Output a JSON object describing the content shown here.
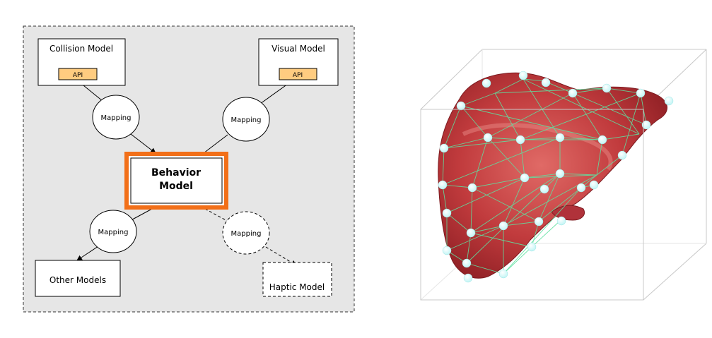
{
  "architecture": {
    "collision_model": {
      "label": "Collision Model",
      "api": "API"
    },
    "visual_model": {
      "label": "Visual Model",
      "api": "API"
    },
    "behavior_model": {
      "line1": "Behavior",
      "line2": "Model"
    },
    "other_models": {
      "label": "Other Models"
    },
    "haptic_model": {
      "label": "Haptic Model"
    },
    "mappings": {
      "collision": "Mapping",
      "visual": "Mapping",
      "other": "Mapping",
      "haptic": "Mapping"
    }
  },
  "colors": {
    "panel_fill": "#e6e6e6",
    "api_fill": "#ffcc80",
    "behavior_border": "#f26f18",
    "organ": "#c0393c",
    "mesh": "#5fe0a0",
    "nodes": "#c8f8f8",
    "bbox": "#c8c8c8"
  },
  "render": {
    "organ": "liver-mesh-render",
    "mesh_style": "wireframe-tetrahedral",
    "bounding_box": "wire-cube"
  }
}
